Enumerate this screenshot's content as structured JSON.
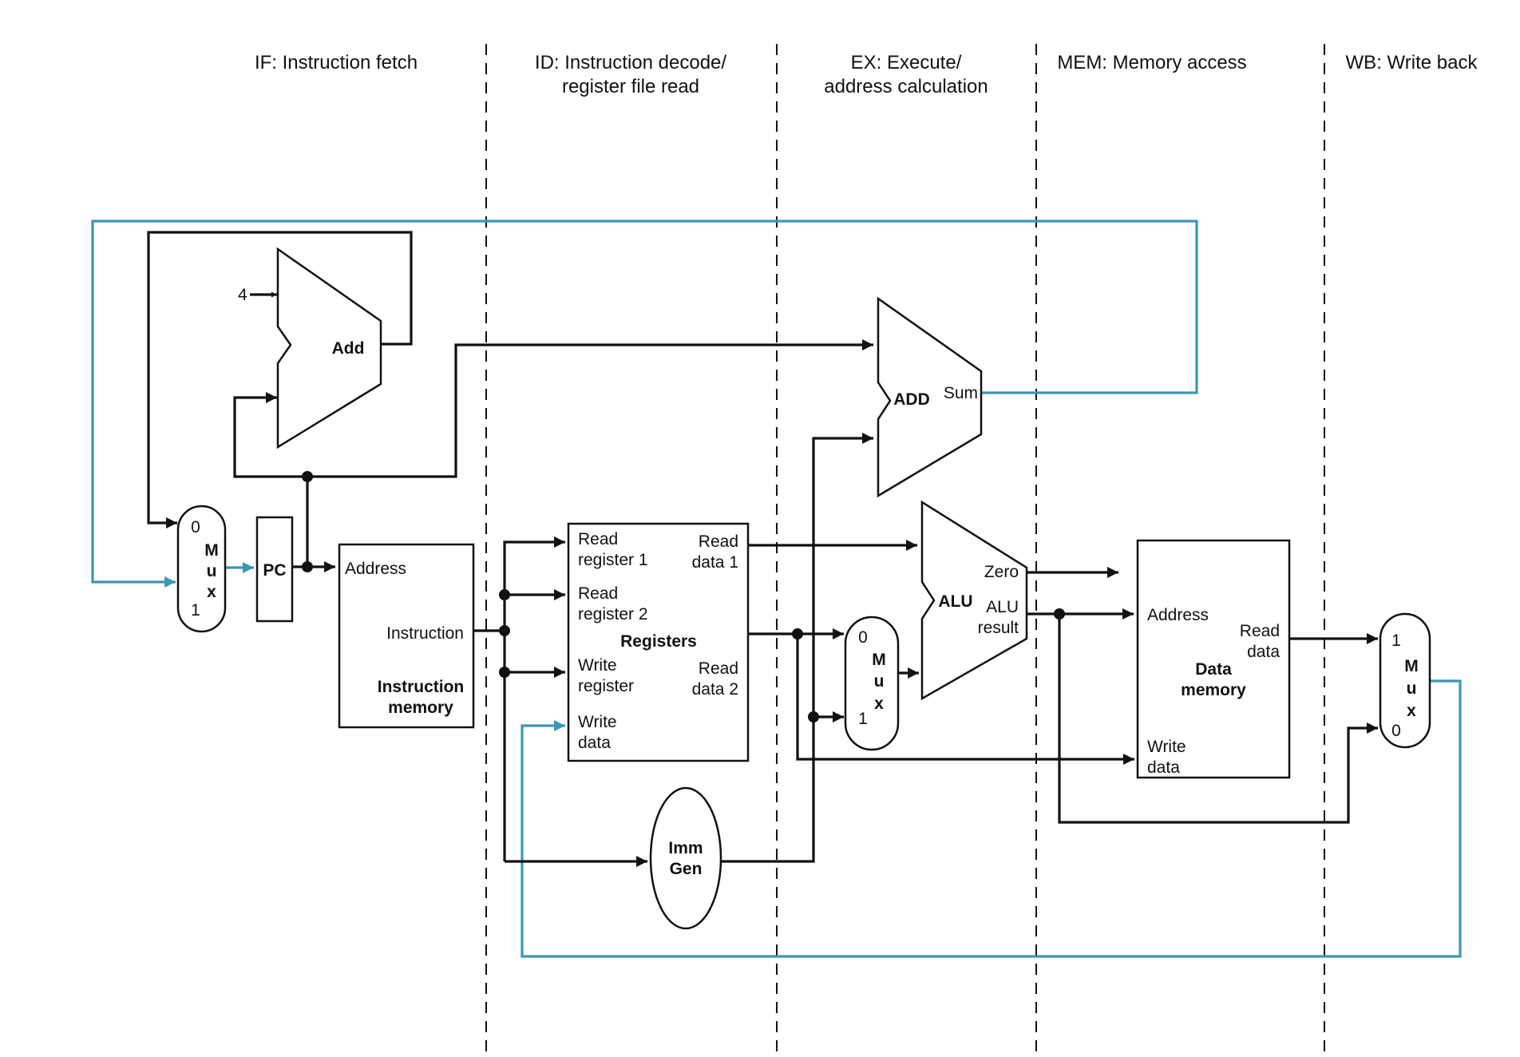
{
  "colors": {
    "line": "#111111",
    "control": "#3a97b8",
    "background": "#ffffff"
  },
  "stages": {
    "if": "IF: Instruction fetch",
    "id_1": "ID: Instruction decode/",
    "id_2": "register file read",
    "ex_1": "EX: Execute/",
    "ex_2": "address calculation",
    "mem": "MEM: Memory access",
    "wb": "WB: Write back"
  },
  "pc_mux": {
    "in0": "0",
    "in1": "1",
    "m": "M",
    "u": "u",
    "x": "x"
  },
  "pc": "PC",
  "add": {
    "label": "Add",
    "const": "4"
  },
  "imem": {
    "address": "Address",
    "instruction": "Instruction",
    "title_1": "Instruction",
    "title_2": "memory"
  },
  "regs": {
    "read_reg1_1": "Read",
    "read_reg1_2": "register 1",
    "read_reg2_1": "Read",
    "read_reg2_2": "register 2",
    "write_reg_1": "Write",
    "write_reg_2": "register",
    "write_data_1": "Write",
    "write_data_2": "data",
    "read_data1_1": "Read",
    "read_data1_2": "data 1",
    "read_data2_1": "Read",
    "read_data2_2": "data 2",
    "title": "Registers"
  },
  "immgen": {
    "l1": "Imm",
    "l2": "Gen"
  },
  "branch_add": {
    "label": "ADD",
    "sum": "Sum"
  },
  "alu_mux": {
    "in0": "0",
    "in1": "1",
    "m": "M",
    "u": "u",
    "x": "x"
  },
  "alu": {
    "label": "ALU",
    "zero": "Zero",
    "result_1": "ALU",
    "result_2": "result"
  },
  "dmem": {
    "address": "Address",
    "read_1": "Read",
    "read_2": "data",
    "write_1": "Write",
    "write_2": "data",
    "title_1": "Data",
    "title_2": "memory"
  },
  "wb_mux": {
    "in1": "1",
    "in0": "0",
    "m": "M",
    "u": "u",
    "x": "x"
  }
}
